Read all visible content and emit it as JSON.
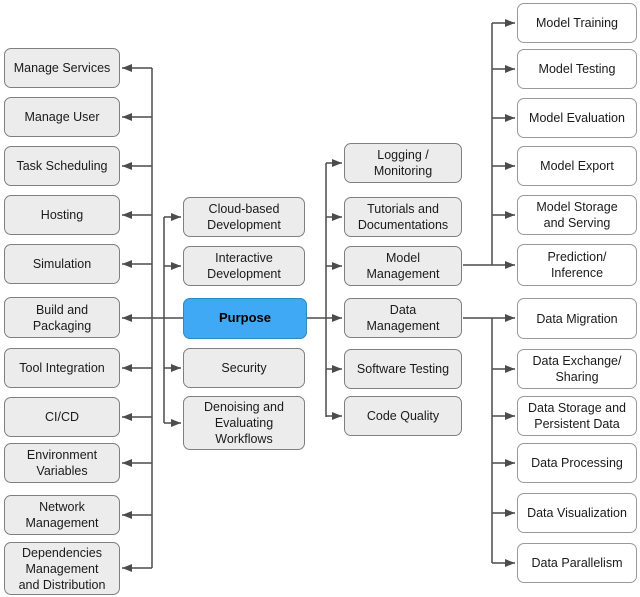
{
  "diagram": {
    "root": {
      "label": "Purpose"
    },
    "left_branches": [
      {
        "label": "Manage Services"
      },
      {
        "label": "Manage User"
      },
      {
        "label": "Task Scheduling"
      },
      {
        "label": "Hosting"
      },
      {
        "label": "Simulation"
      },
      {
        "label": "Build and Packaging"
      },
      {
        "label": "Tool Integration"
      },
      {
        "label": "CI/CD"
      },
      {
        "label": "Environment Variables"
      },
      {
        "label": "Network Management"
      },
      {
        "label": "Dependencies Management and Distribution"
      }
    ],
    "purpose_children": [
      {
        "label": "Cloud-based Development"
      },
      {
        "label": "Interactive Development"
      },
      {
        "label": "Security"
      },
      {
        "label": "Denoising and Evaluating Workflows"
      }
    ],
    "category_children": [
      {
        "label": "Logging / Monitoring"
      },
      {
        "label": "Tutorials and Documentations"
      },
      {
        "label": "Model Management"
      },
      {
        "label": "Data Management"
      },
      {
        "label": "Software Testing"
      },
      {
        "label": "Code Quality"
      }
    ],
    "model_management_children": [
      {
        "label": "Model Training"
      },
      {
        "label": "Model Testing"
      },
      {
        "label": "Model Evaluation"
      },
      {
        "label": "Model Export"
      },
      {
        "label": "Model Storage and Serving"
      },
      {
        "label": "Prediction/​Inference"
      }
    ],
    "data_management_children": [
      {
        "label": "Data Migration"
      },
      {
        "label": "Data Exchange/​Sharing"
      },
      {
        "label": "Data Storage and Persistent Data"
      },
      {
        "label": "Data Processing"
      },
      {
        "label": "Data Visualization"
      },
      {
        "label": "Data Parallelism"
      }
    ]
  },
  "colors": {
    "node_fill": "#ECECEC",
    "node_border": "#7F7F7F",
    "leaf_fill": "#FFFFFF",
    "leaf_border": "#999999",
    "root_fill": "#3FA9F5",
    "root_border": "#2D88C3",
    "connector": "#4C4C4C"
  }
}
